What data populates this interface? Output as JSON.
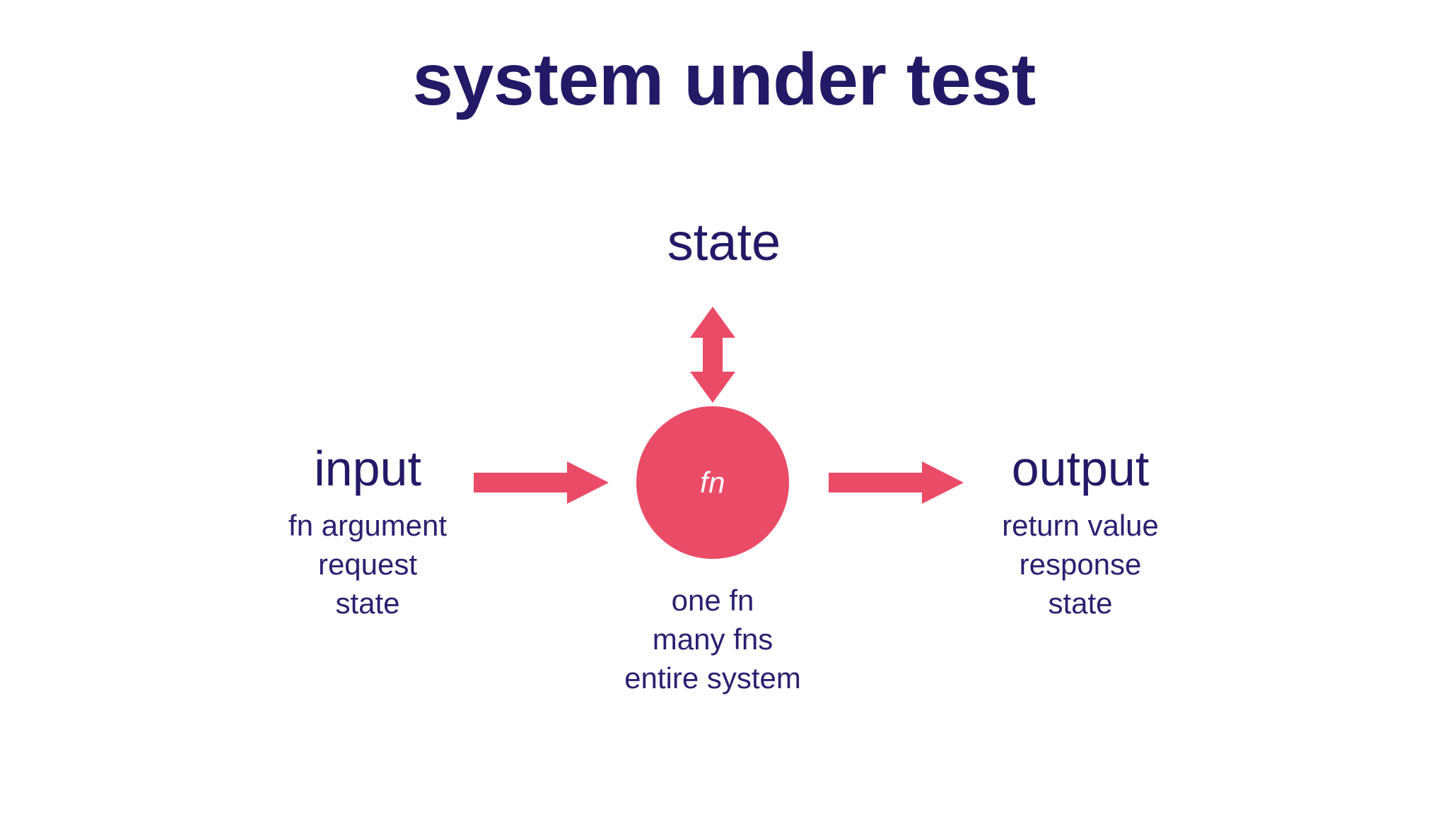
{
  "slide": {
    "title": "system under test",
    "background_color": "#ffffff"
  },
  "colors": {
    "navy": "#221a66",
    "navy_light": "#2a2070",
    "accent_pink": "#ea4b66",
    "circle_label": "#ffffff"
  },
  "diagram": {
    "state": {
      "label": "state",
      "arrow": "bidirectional-vertical-arrow"
    },
    "input": {
      "heading": "input",
      "items": [
        "fn argument",
        "request",
        "state"
      ]
    },
    "process": {
      "circle_label": "fn",
      "items": [
        "one fn",
        "many fns",
        "entire system"
      ]
    },
    "output": {
      "heading": "output",
      "items": [
        "return value",
        "response",
        "state"
      ]
    },
    "arrows": {
      "input_to_fn": "right-arrow",
      "fn_to_output": "right-arrow"
    }
  }
}
